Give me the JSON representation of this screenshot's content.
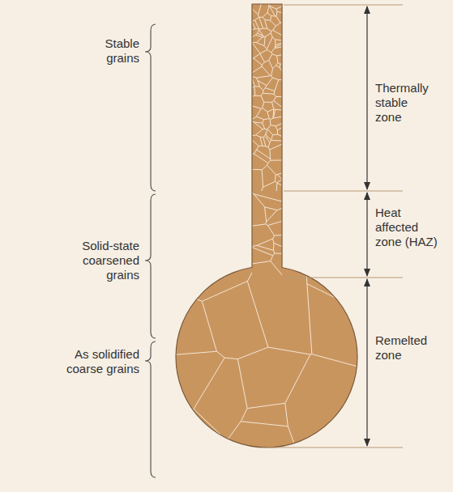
{
  "diagram": {
    "labels": [
      "Stable grains",
      "Solid-state coarsened grains",
      "As solidified coarse grains",
      "Thermally stable zone",
      "Heat affected zone (HAZ)",
      "Remelted zone"
    ]
  }
}
